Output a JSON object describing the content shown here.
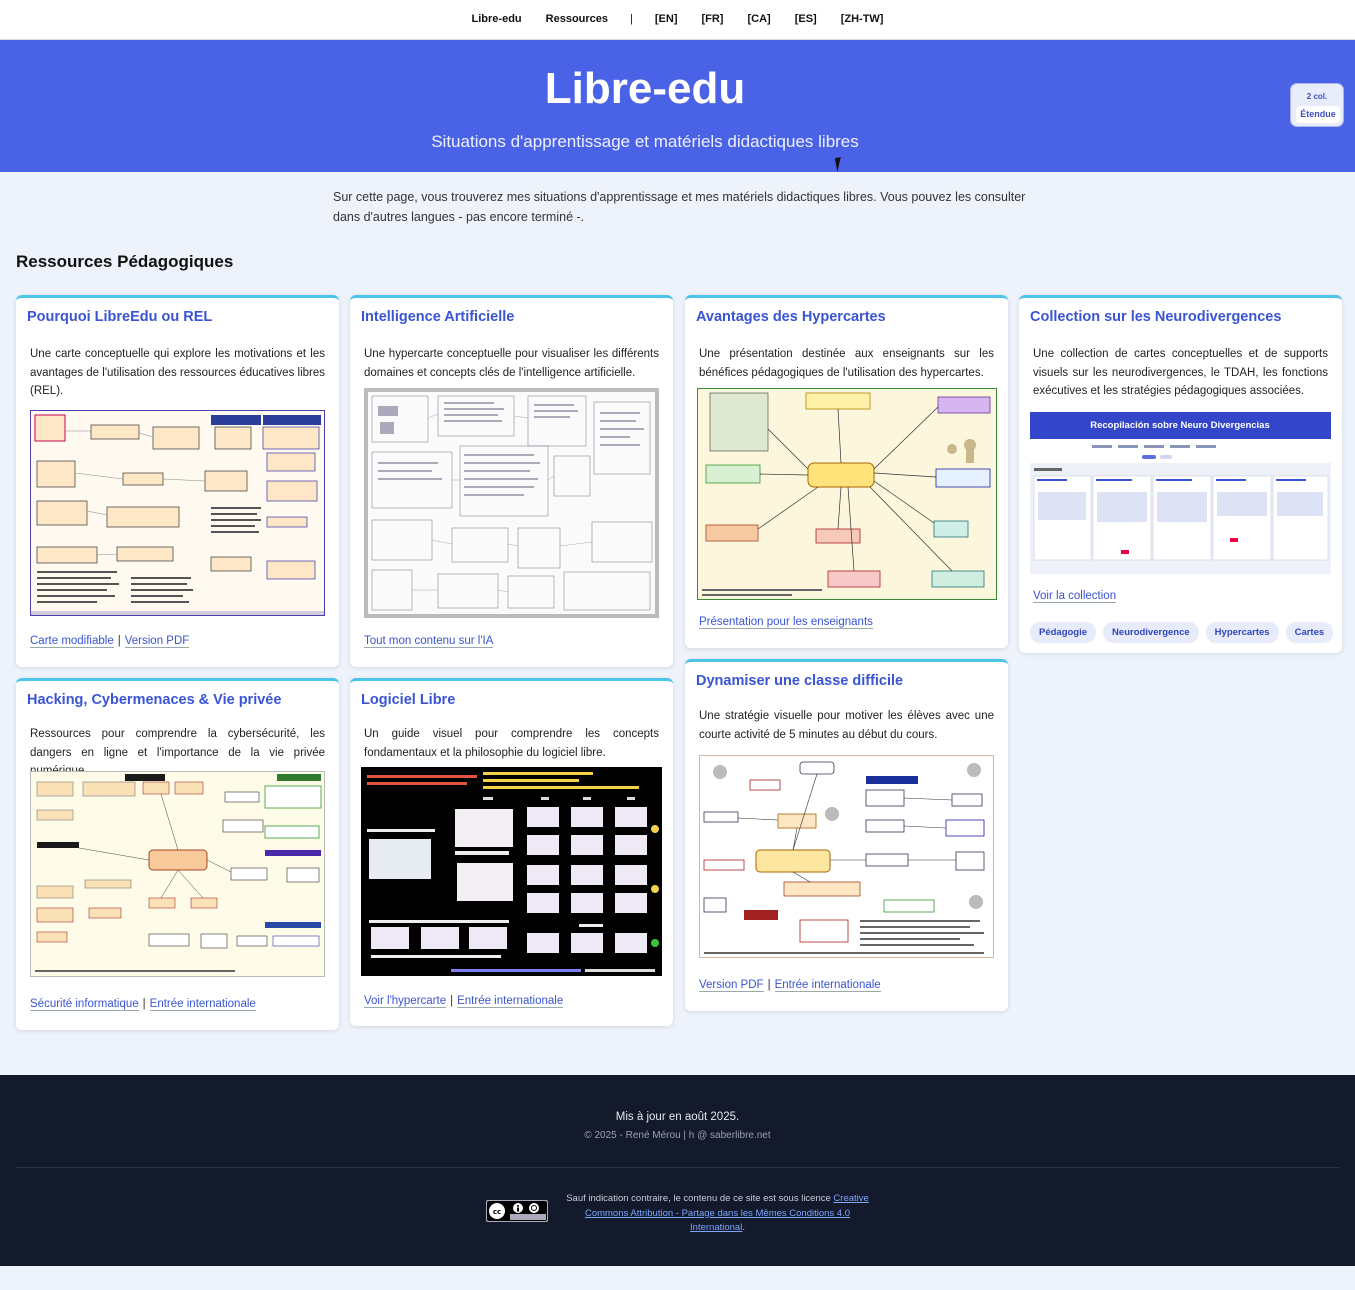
{
  "nav": {
    "links": [
      "Libre-edu",
      "Ressources"
    ],
    "separator": "|",
    "languages": [
      "[EN]",
      "[FR]",
      "[CA]",
      "[ES]",
      "[ZH-TW]"
    ]
  },
  "hero": {
    "title": "Libre-edu",
    "subtitle": "Situations d'apprentissage et matériels didactiques libres"
  },
  "layout_switch": {
    "label": "2 col.",
    "button": "Étendue"
  },
  "intro": "Sur cette page, vous trouverez mes situations d'apprentissage et mes matériels didactiques libres. Vous pouvez les consulter dans d'autres langues - pas encore terminé -.",
  "section_title": "Ressources Pédagogiques",
  "cards": [
    {
      "title": "Pourquoi LibreEdu ou REL",
      "description": "Une carte conceptuelle qui explore les motivations et les avantages de l'utilisation des ressources éducatives libres (REL).",
      "links": [
        "Carte modifiable",
        "Version PDF"
      ]
    },
    {
      "title": "Intelligence Artificielle",
      "description": "Une hypercarte conceptuelle pour visualiser les différents domaines et concepts clés de l'intelligence artificielle.",
      "links": [
        "Tout mon contenu sur l'IA"
      ]
    },
    {
      "title": "Avantages des Hypercartes",
      "description": "Une présentation destinée aux enseignants sur les bénéfices pédagogiques de l'utilisation des hypercartes.",
      "links": [
        "Présentation pour les enseignants"
      ]
    },
    {
      "title": "Collection sur les Neurodivergences",
      "description": "Une collection de cartes conceptuelles et de supports visuels sur les neurodivergences, le TDAH, les fonctions exécutives et les stratégies pédagogiques associées.",
      "links": [
        "Voir la collection"
      ],
      "tags": [
        "Pédagogie",
        "Neurodivergence",
        "Hypercartes",
        "Cartes"
      ],
      "image_caption": "Recopilación sobre Neuro Divergencias"
    },
    {
      "title": "Hacking, Cybermenaces & Vie privée",
      "description": "Ressources pour comprendre la cybersécurité, les dangers en ligne et l'importance de la vie privée numérique.",
      "links": [
        "Sécurité informatique",
        "Entrée internationale"
      ]
    },
    {
      "title": "Logiciel Libre",
      "description": "Un guide visuel pour comprendre les concepts fondamentaux et la philosophie du logiciel libre.",
      "links": [
        "Voir l'hypercarte",
        "Entrée internationale"
      ]
    },
    {
      "title": "Dynamiser une classe difficile",
      "description": "Une stratégie visuelle pour motiver les élèves avec une courte activité de 5 minutes au début du cours.",
      "links": [
        "Version PDF",
        "Entrée internationale"
      ]
    }
  ],
  "footer": {
    "updated": "Mis à jour en août 2025.",
    "copyright": "© 2025 - René Mérou | h @ saberlibre.net",
    "license_prefix": "Sauf indication contraire, le contenu de ce site est sous licence",
    "license_link": "Creative Commons Attribution - Partage dans les Mêmes Conditions 4.0 International",
    "license_suffix": "."
  }
}
